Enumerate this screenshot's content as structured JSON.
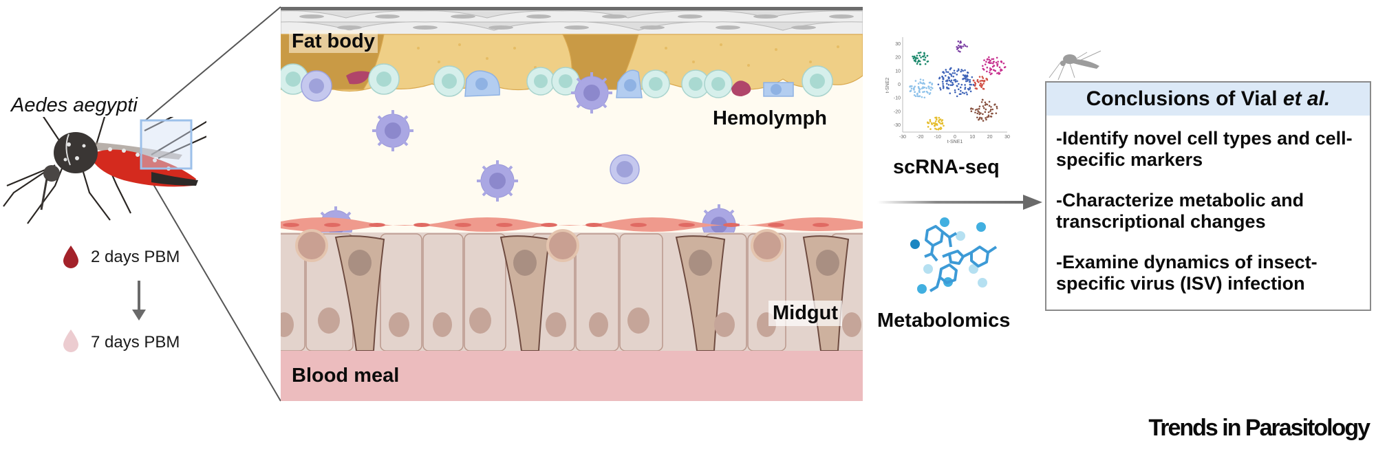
{
  "figure": {
    "species_label": "Aedes aegypti",
    "timepoints": [
      {
        "label": "2 days PBM",
        "drop_color": "#a3222a"
      },
      {
        "label": "7 days PBM",
        "drop_color": "#ecccd0"
      }
    ],
    "tissue_labels": {
      "fat_body": "Fat body",
      "hemolymph": "Hemolymph",
      "midgut": "Midgut",
      "blood_meal": "Blood meal"
    },
    "methods": {
      "scrna": "scRNA-seq",
      "metabolomics": "Metabolomics"
    },
    "tsne": {
      "xlabel": "t-SNE1",
      "ylabel": "t-SNE2",
      "xticks": [
        "-30",
        "-20",
        "-10",
        "0",
        "10",
        "20",
        "30"
      ],
      "yticks": [
        "30",
        "20",
        "10",
        "0",
        "-10",
        "-20",
        "-30"
      ]
    },
    "conclusions": {
      "title_main": "Conclusions of Vial ",
      "title_italic": "et al.",
      "items": [
        "-Identify novel cell types and cell-specific markers",
        "-Characterize metabolic and transcriptional changes",
        "-Examine dynamics of insect-specific virus (ISV) infection"
      ]
    },
    "journal": "Trends in Parasitology",
    "colors": {
      "header_bg": "#dce9f7",
      "fat_body": "#ecc36a",
      "hemolymph": "#fffbf1",
      "muscle": "#ef9a8d",
      "midgut_cell": "#e3d3cc",
      "blood_meal": "#ecbcbe",
      "hemocyte": "#aaa7e3",
      "arrow": "#707070"
    }
  }
}
